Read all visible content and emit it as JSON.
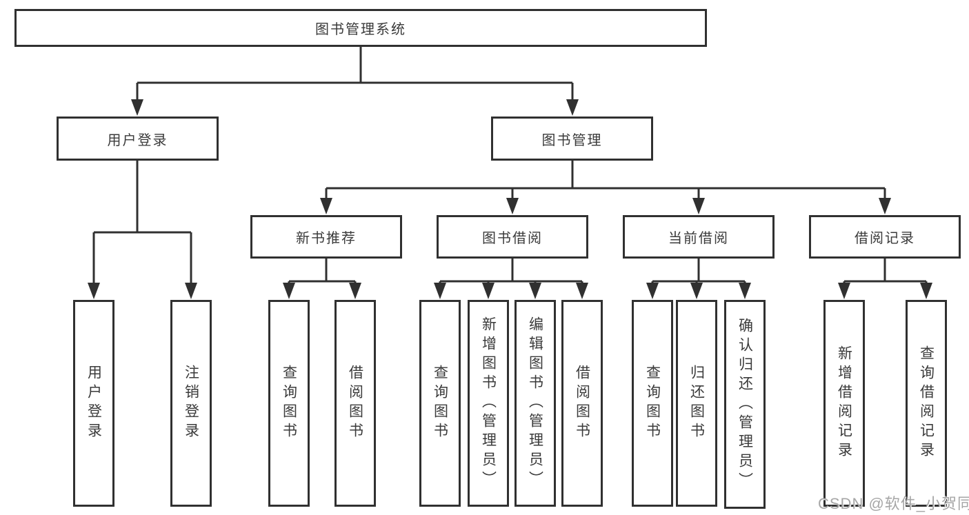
{
  "diagram": {
    "root": {
      "label": "图书管理系统"
    },
    "branches": [
      {
        "label": "用户登录",
        "children": [
          {
            "label": "用户登录"
          },
          {
            "label": "注销登录"
          }
        ]
      },
      {
        "label": "图书管理",
        "children": [
          {
            "label": "新书推荐",
            "children": [
              {
                "label": "查询图书"
              },
              {
                "label": "借阅图书"
              }
            ]
          },
          {
            "label": "图书借阅",
            "children": [
              {
                "label": "查询图书"
              },
              {
                "label": "新增图书（管理员）"
              },
              {
                "label": "编辑图书（管理员）"
              },
              {
                "label": "借阅图书"
              }
            ]
          },
          {
            "label": "当前借阅",
            "children": [
              {
                "label": "查询图书"
              },
              {
                "label": "归还图书"
              },
              {
                "label": "确认归还（管理员）"
              }
            ]
          },
          {
            "label": "借阅记录",
            "children": [
              {
                "label": "新增借阅记录"
              },
              {
                "label": "查询借阅记录"
              }
            ]
          }
        ]
      }
    ]
  },
  "watermark": "CSDN @软件_小贺同学",
  "colors": {
    "line": "#303030",
    "text": "#3a3a3a",
    "watermark": "#a6a6a6",
    "background": "#ffffff"
  }
}
